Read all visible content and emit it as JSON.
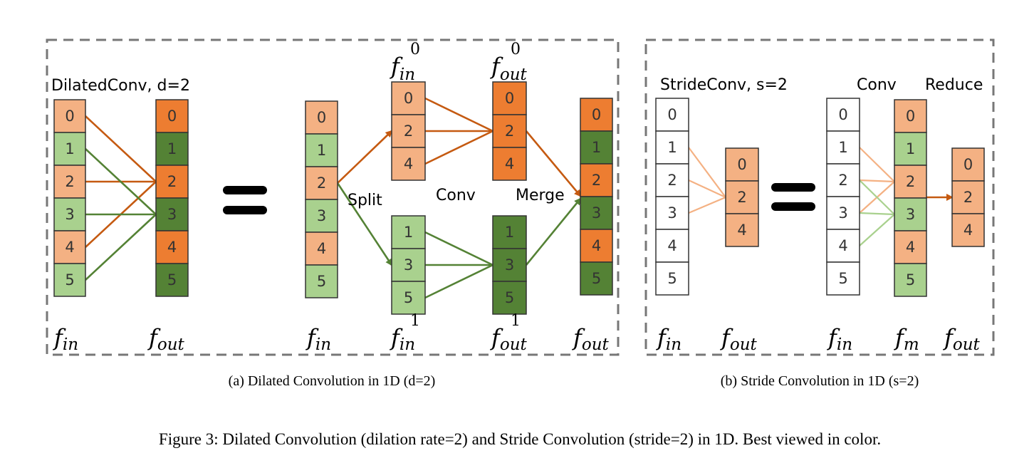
{
  "colors": {
    "light_orange": "#f4b183",
    "dark_orange": "#ed7d31",
    "light_green": "#a9d18e",
    "dark_green": "#548235",
    "white": "#ffffff",
    "orange_line": "#c55a11",
    "green_line": "#548235",
    "light_orange_line": "#f4b183",
    "light_green_line": "#a9d18e",
    "frame": "#777777"
  },
  "panel_a": {
    "title": "DilatedConv, d=2",
    "split_label": "Split",
    "conv_label": "Conv",
    "merge_label": "Merge",
    "caption": "(a) Dilated Convolution in 1D (d=2)",
    "input_cells": [
      "0",
      "1",
      "2",
      "3",
      "4",
      "5"
    ],
    "output_cells": [
      "0",
      "1",
      "2",
      "3",
      "4",
      "5"
    ],
    "split_input_cells": [
      "0",
      "1",
      "2",
      "3",
      "4",
      "5"
    ],
    "even_in_cells": [
      "0",
      "2",
      "4"
    ],
    "even_out_cells": [
      "0",
      "2",
      "4"
    ],
    "odd_in_cells": [
      "1",
      "3",
      "5"
    ],
    "odd_out_cells": [
      "1",
      "3",
      "5"
    ],
    "merged_cells": [
      "0",
      "1",
      "2",
      "3",
      "4",
      "5"
    ]
  },
  "panel_b": {
    "title": "StrideConv, s=2",
    "conv_label": "Conv",
    "reduce_label": "Reduce",
    "caption": "(b) Stride Convolution in 1D (s=2)",
    "input_cells": [
      "0",
      "1",
      "2",
      "3",
      "4",
      "5"
    ],
    "output_cells": [
      "0",
      "2",
      "4"
    ],
    "conv_input_cells": [
      "0",
      "1",
      "2",
      "3",
      "4",
      "5"
    ],
    "m_cells": [
      "0",
      "1",
      "2",
      "3",
      "4",
      "5"
    ],
    "reduced_cells": [
      "0",
      "2",
      "4"
    ]
  },
  "math": {
    "f": "f",
    "in": "in",
    "out": "out",
    "m": "m",
    "sup0": "0",
    "sup1": "1"
  },
  "figure_caption": "Figure 3: Dilated Convolution (dilation rate=2) and Stride Convolution (stride=2) in 1D. Best viewed in color."
}
